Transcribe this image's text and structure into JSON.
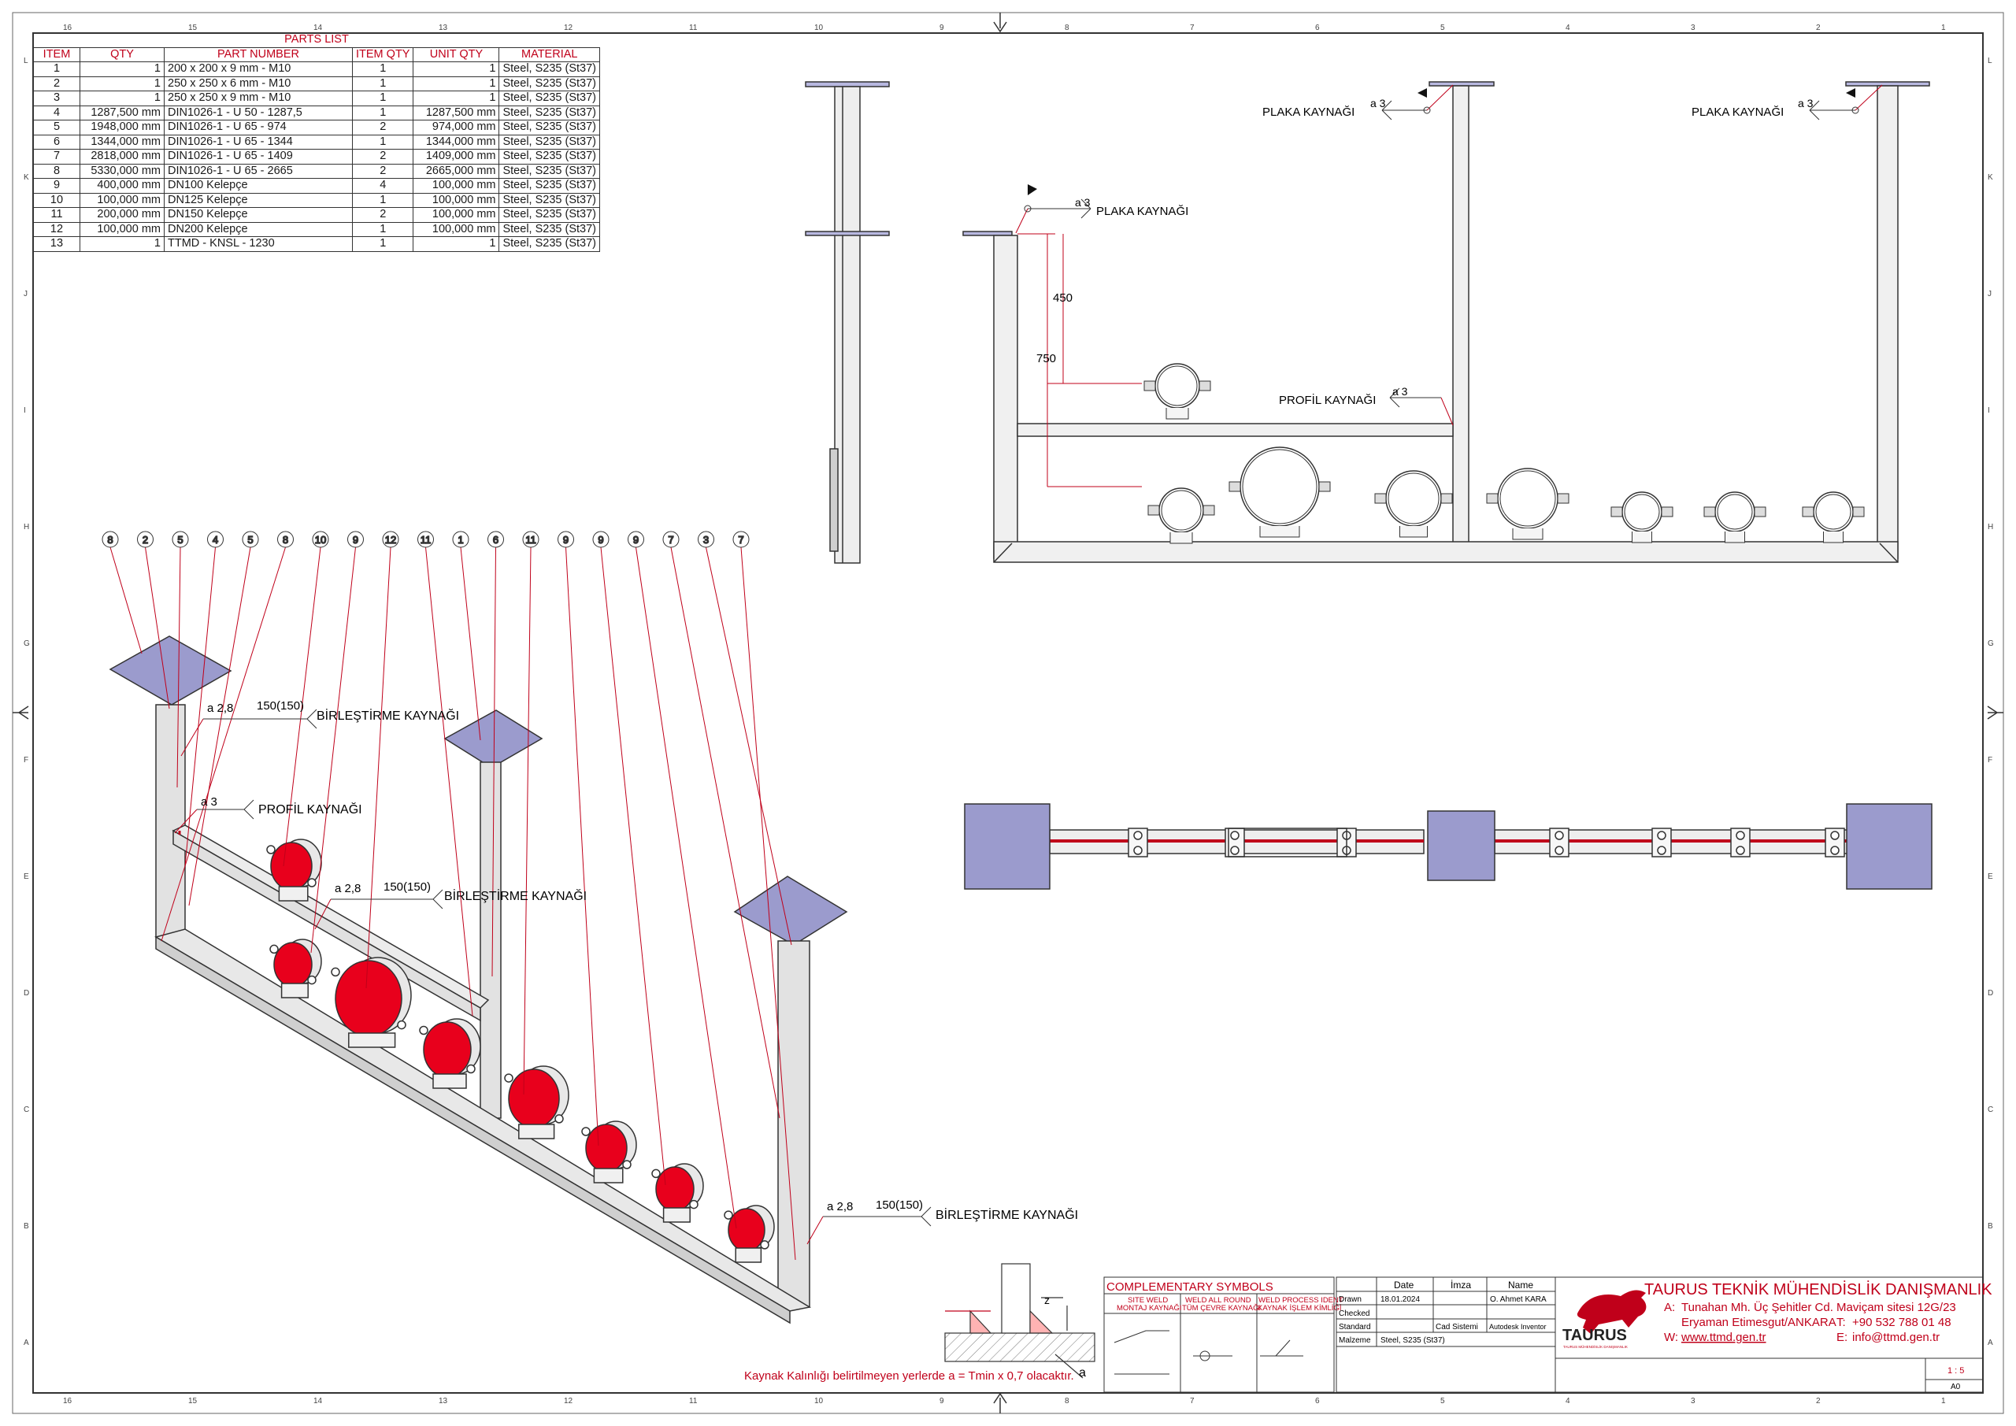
{
  "parts_list": {
    "title": "PARTS LIST",
    "headers": [
      "ITEM",
      "QTY",
      "PART NUMBER",
      "ITEM QTY",
      "UNIT QTY",
      "MATERIAL"
    ],
    "rows": [
      [
        "1",
        "1",
        "200 x 200 x 9 mm - M10",
        "1",
        "1",
        "Steel, S235 (St37)"
      ],
      [
        "2",
        "1",
        "250 x 250 x 6 mm - M10",
        "1",
        "1",
        "Steel, S235 (St37)"
      ],
      [
        "3",
        "1",
        "250 x 250 x 9 mm - M10",
        "1",
        "1",
        "Steel, S235 (St37)"
      ],
      [
        "4",
        "1287,500 mm",
        "DIN1026-1 - U 50 - 1287,5",
        "1",
        "1287,500 mm",
        "Steel, S235 (St37)"
      ],
      [
        "5",
        "1948,000 mm",
        "DIN1026-1 - U 65 - 974",
        "2",
        "974,000 mm",
        "Steel, S235 (St37)"
      ],
      [
        "6",
        "1344,000 mm",
        "DIN1026-1 - U 65 - 1344",
        "1",
        "1344,000 mm",
        "Steel, S235 (St37)"
      ],
      [
        "7",
        "2818,000 mm",
        "DIN1026-1 - U 65 - 1409",
        "2",
        "1409,000 mm",
        "Steel, S235 (St37)"
      ],
      [
        "8",
        "5330,000 mm",
        "DIN1026-1 - U 65 - 2665",
        "2",
        "2665,000 mm",
        "Steel, S235 (St37)"
      ],
      [
        "9",
        "400,000 mm",
        "DN100 Kelepçe",
        "4",
        "100,000 mm",
        "Steel, S235 (St37)"
      ],
      [
        "10",
        "100,000 mm",
        "DN125 Kelepçe",
        "1",
        "100,000 mm",
        "Steel, S235 (St37)"
      ],
      [
        "11",
        "200,000 mm",
        "DN150 Kelepçe",
        "2",
        "100,000 mm",
        "Steel, S235 (St37)"
      ],
      [
        "12",
        "100,000 mm",
        "DN200 Kelepçe",
        "1",
        "100,000 mm",
        "Steel, S235 (St37)"
      ],
      [
        "13",
        "1",
        "TTMD - KNSL - 1230",
        "1",
        "1",
        "Steel, S235 (St37)"
      ]
    ]
  },
  "grid": {
    "columns": [
      "16",
      "15",
      "14",
      "13",
      "12",
      "11",
      "10",
      "9",
      "8",
      "7",
      "6",
      "5",
      "4",
      "3",
      "2",
      "1"
    ],
    "rows": [
      "L",
      "K",
      "J",
      "I",
      "H",
      "G",
      "F",
      "E",
      "D",
      "C",
      "B",
      "A"
    ]
  },
  "front_view": {
    "weld_plate_1": "PLAKA KAYNAĞI",
    "weld_plate_2": "PLAKA KAYNAĞI",
    "weld_plate_3": "PLAKA KAYNAĞI",
    "weld_profile": "PROFİL KAYNAĞI",
    "weld_a3": "a 3",
    "dim_450": "450",
    "dim_750": "750"
  },
  "iso_view": {
    "balloons": [
      "8",
      "2",
      "5",
      "4",
      "5",
      "8",
      "10",
      "9",
      "12",
      "11",
      "1",
      "6",
      "11",
      "9",
      "9",
      "9",
      "7",
      "3",
      "7"
    ],
    "weld_butt": "BİRLEŞTİRME KAYNAĞI",
    "weld_profile": "PROFİL KAYNAĞI",
    "weld_a28": "a 2,8",
    "weld_a3": "a 3",
    "weld_len": "150(150)"
  },
  "weld_note": "Kaynak Kalınlığı belirtilmeyen yerlerde a = Tmin x 0,7 olacaktır.",
  "weld_detail": {
    "z": "z",
    "a": "a"
  },
  "comp_symbols": {
    "title": "COMPLEMENTARY SYMBOLS",
    "col1": [
      "SITE WELD",
      "MONTAJ KAYNAĞI"
    ],
    "col2": [
      "WELD ALL ROUND",
      "TÜM ÇEVRE KAYNAĞI"
    ],
    "col3": [
      "WELD PROCESS IDENT",
      "KAYNAK İŞLEM KİMLİĞİ"
    ]
  },
  "title_block": {
    "h_date": "Date",
    "h_imza": "İmza",
    "h_name": "Name",
    "drawn": "Drawn",
    "drawn_date": "18.01.2024",
    "drawn_name": "O. Ahmet KARA",
    "checked": "Checked",
    "standard": "Standard",
    "cad": "Cad Sistemi",
    "cad_val": "Autodesk Inventor",
    "material": "Malzeme",
    "material_val": "Steel, S235 (St37)",
    "scale": "1 : 5",
    "size": "A0"
  },
  "company": {
    "name": "TAURUS TEKNİK MÜHENDİSLİK DANIŞMANLIK",
    "addr_key": "A:",
    "addr1": "Tunahan Mh. Üç Şehitler Cd. Maviçam sitesi 12G/23",
    "addr2": "Eryaman Etimesgut/ANKARA",
    "tel_key": "T:",
    "tel": "+90 532 788 01 48",
    "web_key": "W:",
    "web": "www.ttmd.gen.tr",
    "mail_key": "E:",
    "mail": "info@ttmd.gen.tr",
    "logo_text": "TAURUS",
    "logo_sub": "TAURUS MÜHENDİSLİK DANIŞMANLIK"
  },
  "colors": {
    "line": "#2b2b2b",
    "red": "#c0001a",
    "plate": "#9b9bcd",
    "clamp": "#e8001c",
    "steel": "#d9d9d9"
  }
}
